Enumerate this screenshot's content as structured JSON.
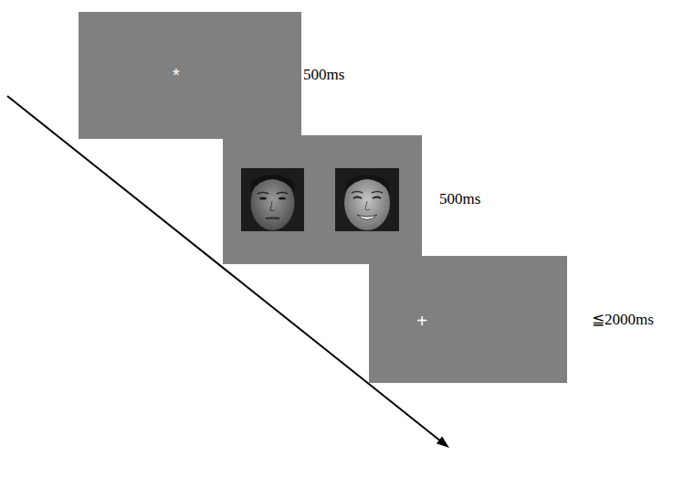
{
  "diagram": {
    "nodes": [
      {
        "text": [
          "*",
          "500ms"
        ]
      },
      {
        "text": [
          "500ms"
        ]
      },
      {
        "text": [
          "+",
          "≦2000ms"
        ]
      }
    ]
  }
}
